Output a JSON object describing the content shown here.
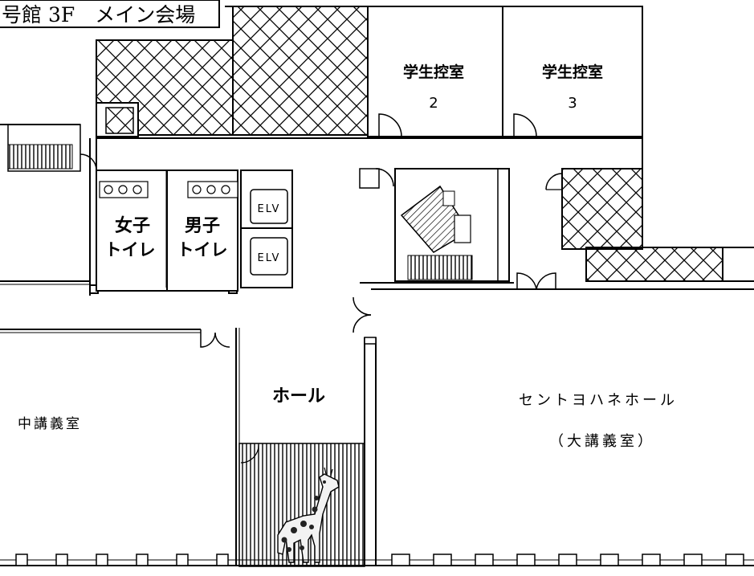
{
  "header": {
    "title": "号館 3F　メイン会場"
  },
  "rooms": {
    "student_room_2": {
      "name": "学生控室",
      "number": "2"
    },
    "student_room_3": {
      "name": "学生控室",
      "number": "3"
    },
    "womens_toilet": {
      "line1": "女子",
      "line2": "トイレ"
    },
    "mens_toilet": {
      "line1": "男子",
      "line2": "トイレ"
    },
    "elevator_1": "ELV",
    "elevator_2": "ELV",
    "hall": "ホール",
    "middle_lecture_room": "中講義室",
    "st_john_hall": {
      "line1": "セントヨハネホール",
      "line2": "（大講義室）"
    }
  },
  "colors": {
    "line": "#000000",
    "background": "#ffffff",
    "giraffe_spot": "#222222",
    "giraffe_body": "#f2f2f2"
  },
  "icons": {
    "mascot": "giraffe-icon"
  }
}
